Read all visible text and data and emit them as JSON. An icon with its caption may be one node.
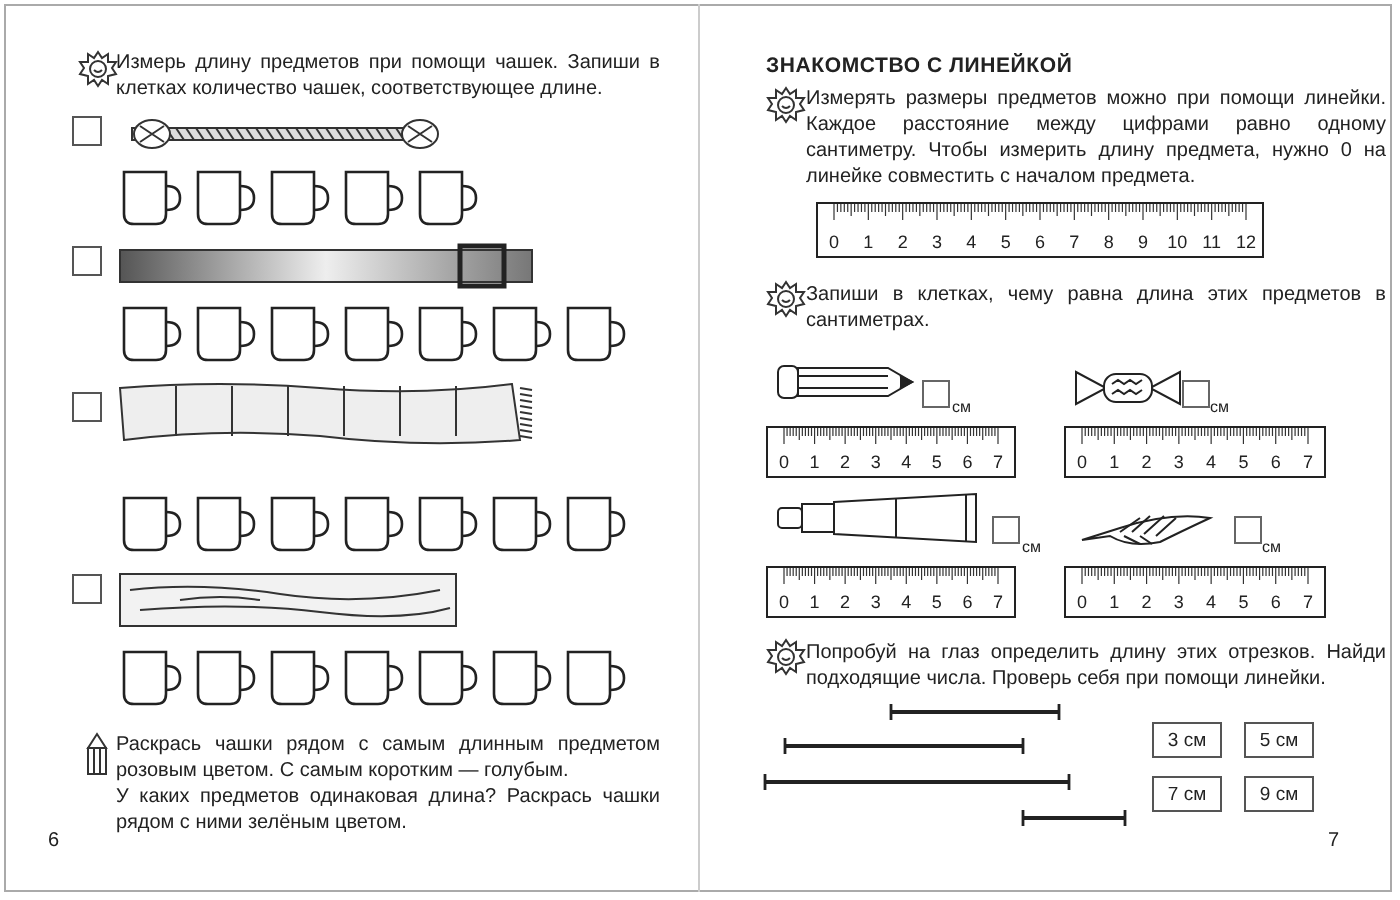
{
  "diagram": {
    "title": "ЗНАКОМСТВО С ЛИНЕЙКОЙ",
    "nodes": [
      {
        "text": [
          "3 см"
        ]
      },
      {
        "text": [
          "5 см"
        ]
      },
      {
        "text": [
          "7 см"
        ]
      },
      {
        "text": [
          "9 см"
        ]
      }
    ],
    "labels": [
      "Измерь длину предметов при помощи чашек. Запиши в клетках количество чашек, соответствующее длине.",
      "Раскрась чашки рядом с самым длинным предметом розовым цветом. С самым коротким — голубым.",
      "У каких предметов одинаковая длина? Раскрась чашки рядом с ними зелёным цветом.",
      "6",
      "Измерять размеры предметов можно при помощи линейки. Каждое расстояние между цифрами равно одному сантиметру. Чтобы измерить длину предмета, нужно 0 на линейке совместить с началом предмета.",
      "0",
      "1",
      "2",
      "3",
      "4",
      "5",
      "6",
      "7",
      "8",
      "9",
      "10",
      "11",
      "12",
      "Запиши в клетках, чему равна длина этих предметов в сантиметрах.",
      "см",
      "см",
      "0",
      "1",
      "2",
      "3",
      "4",
      "5",
      "6",
      "7",
      "0",
      "1",
      "2",
      "3",
      "4",
      "5",
      "6",
      "7",
      "см",
      "см",
      "0",
      "1",
      "2",
      "3",
      "4",
      "5",
      "6",
      "7",
      "0",
      "1",
      "2",
      "3",
      "4",
      "5",
      "6",
      "7",
      "Попробуй на глаз определить длину этих отрезков. Найди подходящие числа. Проверь себя при помощи линейки.",
      "7"
    ]
  }
}
